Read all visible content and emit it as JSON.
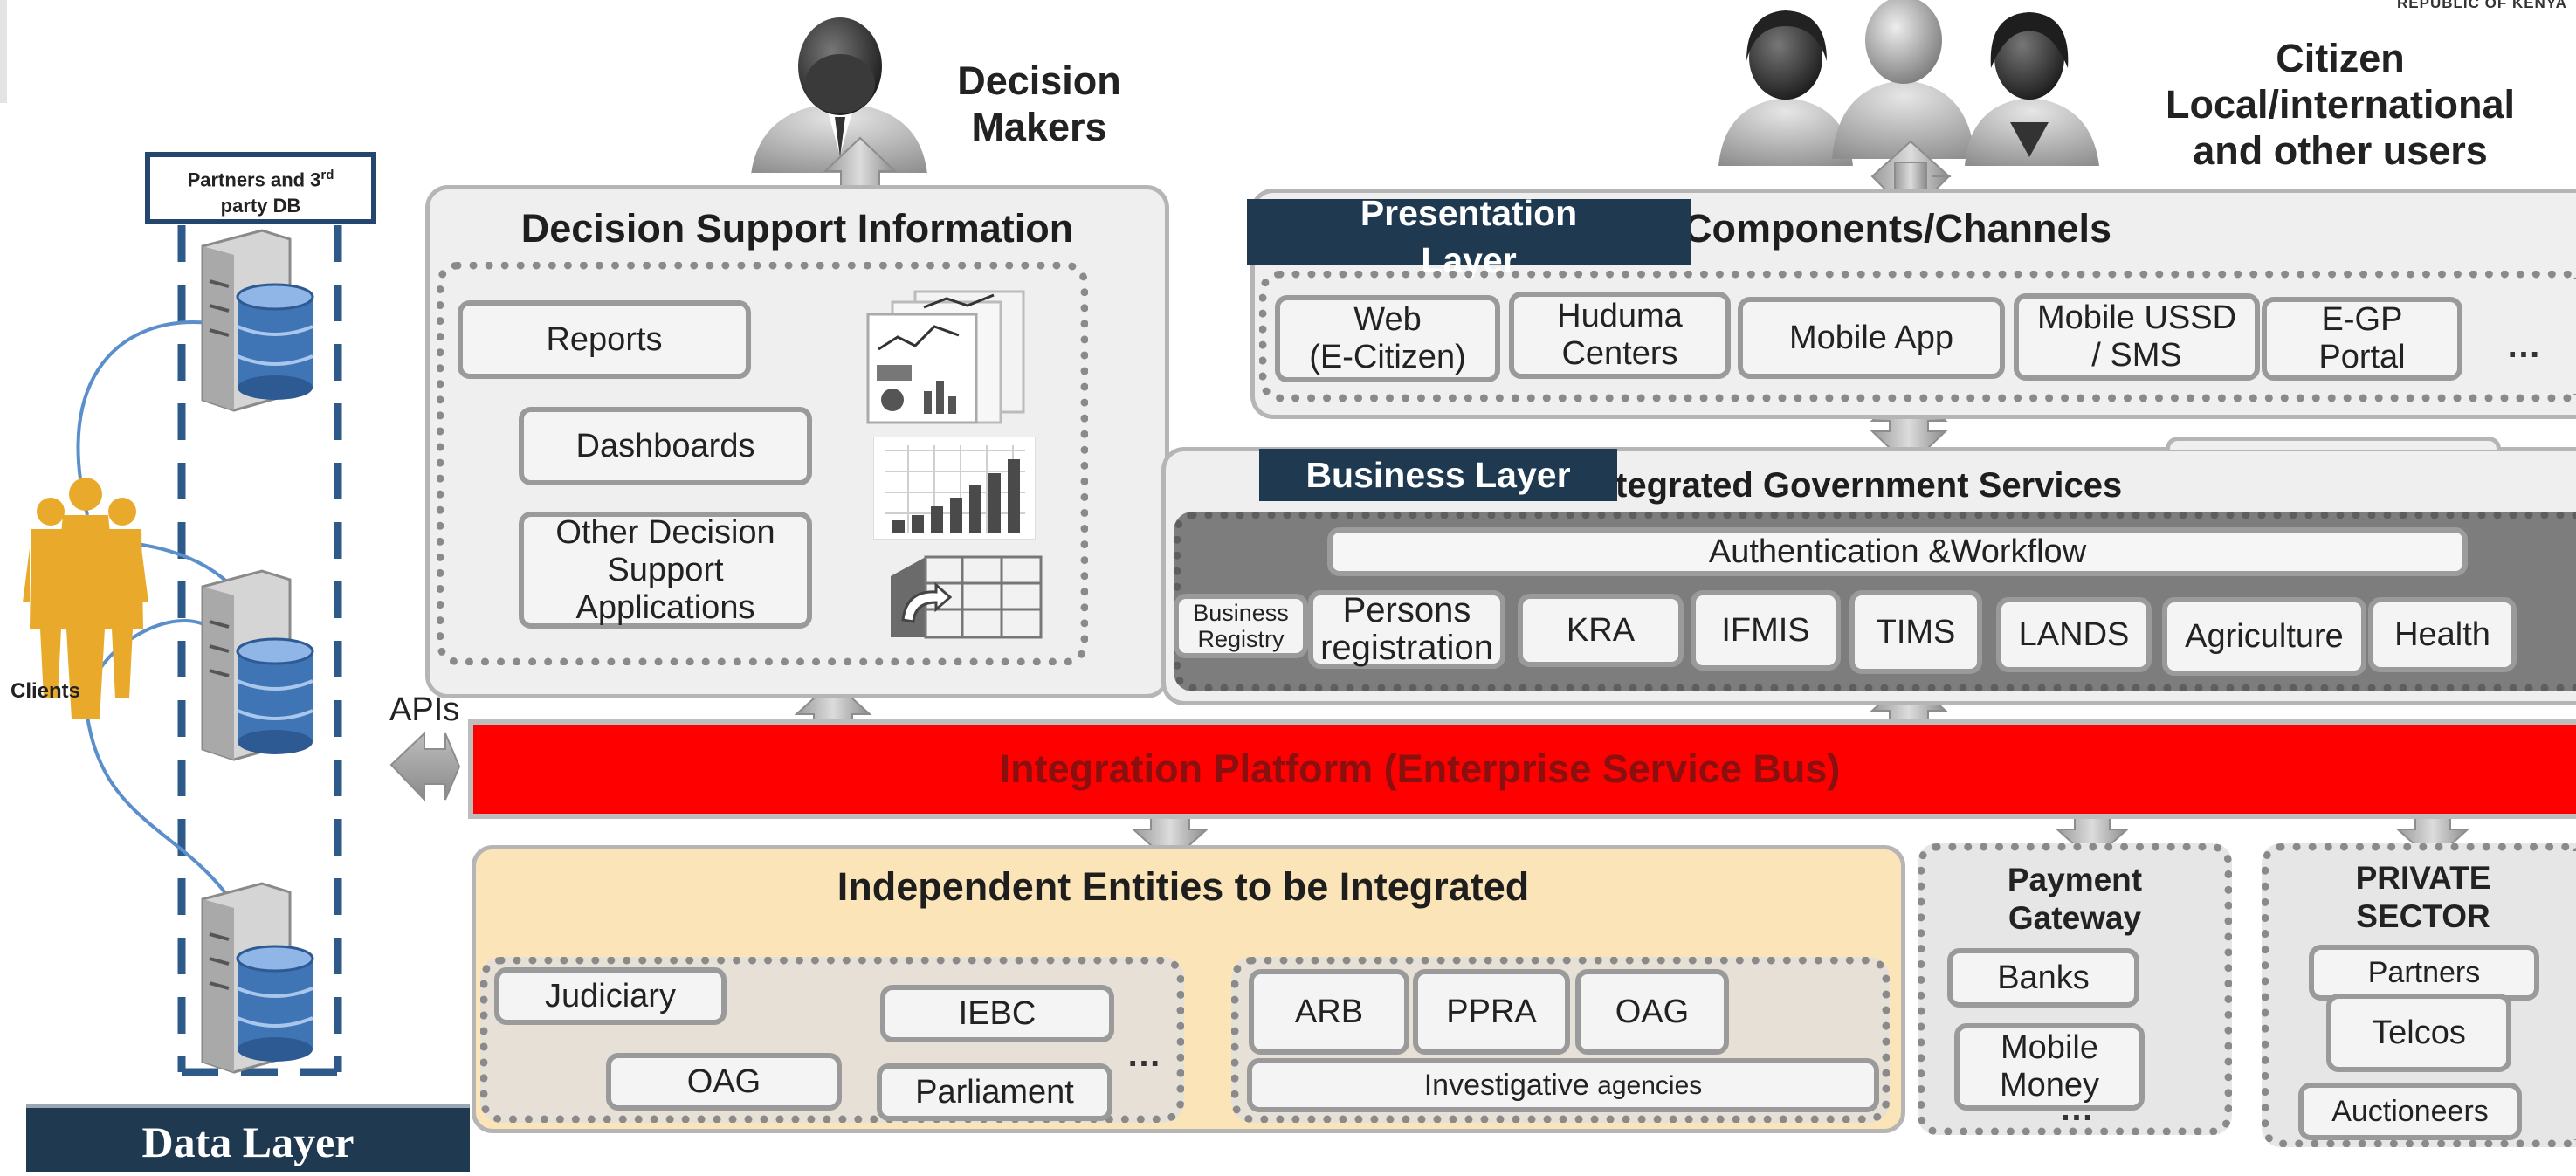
{
  "corner_label": "REPUBLIC OF KENYA",
  "decision_makers": {
    "line1": "Decision",
    "line2": "Makers"
  },
  "citizen": {
    "line1": "Citizen",
    "line2": "Local/international",
    "line3": "and other users"
  },
  "data_layer": {
    "partners_line1": "Partners and 3",
    "partners_sup": "rd",
    "partners_line2": "party DB",
    "clients_label": "Clients",
    "banner": "Data Layer"
  },
  "apis_label": "APIs",
  "decision_support": {
    "title": "Decision Support Information",
    "reports": "Reports",
    "dashboards": "Dashboards",
    "other_line1": "Other Decision",
    "other_line2": "Support",
    "other_line3": "Applications"
  },
  "presentation": {
    "banner_line1": "Presentation",
    "banner_line2": "Layer",
    "title": "Components/Channels",
    "channels": [
      {
        "l1": "Web",
        "l2": "(E-Citizen)"
      },
      {
        "l1": "Huduma",
        "l2": "Centers"
      },
      {
        "l1": "Mobile App",
        "l2": ""
      },
      {
        "l1": "Mobile USSD",
        "l2": "/ SMS"
      },
      {
        "l1": "E-GP",
        "l2": "Portal"
      }
    ],
    "more": "…"
  },
  "business": {
    "banner": "Business Layer",
    "title": "tegrated Government Services",
    "auth": "Authentication  &Workflow",
    "business_registry_l1": "Business",
    "business_registry_l2": "Registry",
    "persons_l1": "Persons",
    "persons_l2": "registration",
    "services": [
      "KRA",
      "IFMIS",
      "TIMS",
      "LANDS",
      "Agriculture",
      "Health"
    ]
  },
  "integration": {
    "label": "Integration Platform (Enterprise Service Bus)"
  },
  "independent": {
    "title": "Independent  Entities to be Integrated",
    "judiciary": "Judiciary",
    "iebc": "IEBC",
    "oag": "OAG",
    "parliament": "Parliament",
    "more": "…",
    "arb": "ARB",
    "ppra": "PPRA",
    "oag2": "OAG",
    "investigative": "Investigative",
    "agencies": "agencies"
  },
  "payment": {
    "title_l1": "Payment",
    "title_l2": "Gateway",
    "banks": "Banks",
    "mobile_l1": "Mobile",
    "mobile_l2": "Money",
    "more": "…"
  },
  "private": {
    "title_l1": "PRIVATE",
    "title_l2": "SECTOR",
    "partners": "Partners",
    "telcos": "Telcos",
    "auctioneers": "Auctioneers"
  },
  "colors": {
    "esb_red": "#ff0000",
    "esb_text": "#8a1010",
    "banner_navy": "#1f3a50",
    "independent_bg": "#fbe5b8",
    "server_blue": "#3f74b5",
    "clients_gold": "#e9a92a"
  }
}
